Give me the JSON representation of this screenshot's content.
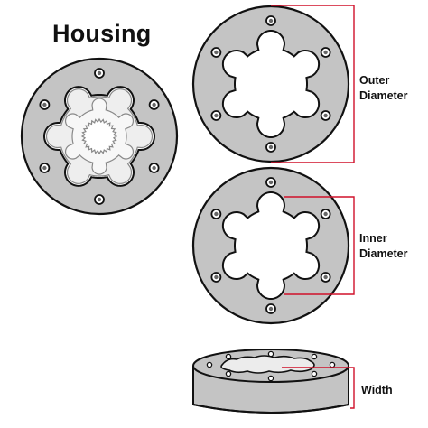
{
  "title": "Housing",
  "labels": {
    "outer_diameter": [
      "Outer",
      "Diameter"
    ],
    "inner_diameter": [
      "Inner",
      "Diameter"
    ],
    "width": "Width"
  },
  "colors": {
    "ring_fill": "#c4c4c4",
    "ring_stroke": "#111111",
    "measure_line": "#d0102a",
    "inner_rotor_fill": "#f2f2f2"
  },
  "icons": [
    "housing-assembly-icon",
    "housing-ring-icon",
    "housing-side-view-icon"
  ]
}
